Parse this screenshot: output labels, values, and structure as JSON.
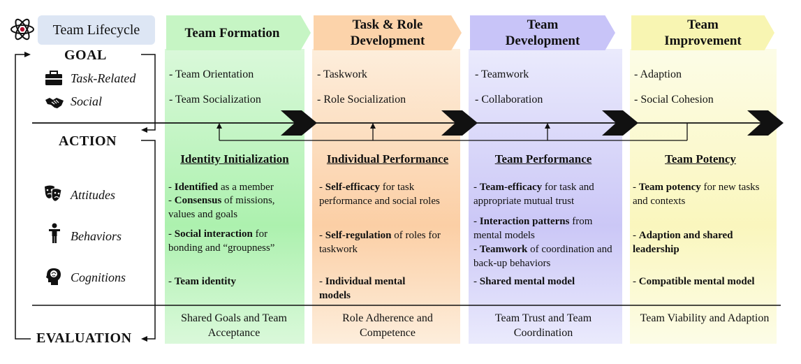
{
  "header": {
    "title": "Team Lifecycle",
    "phases": [
      "Team Formation",
      "Task & Role Development",
      "Team Development",
      "Team Improvement"
    ]
  },
  "rows": {
    "goal": "GOAL",
    "action": "ACTION",
    "evaluation": "EVALUATION"
  },
  "goal_categories": [
    {
      "label": "Task-Related",
      "icon": "briefcase-icon"
    },
    {
      "label": "Social",
      "icon": "handshake-icon"
    }
  ],
  "action_categories": [
    {
      "label": "Attitudes",
      "icon": "masks-icon"
    },
    {
      "label": "Behaviors",
      "icon": "person-icon"
    },
    {
      "label": "Cognitions",
      "icon": "brain-head-icon"
    }
  ],
  "columns": [
    {
      "goals": [
        "- Team Orientation",
        "- Team Socialization"
      ],
      "action_title": "Identity Initialization",
      "attitudes": [
        {
          "bold": "Identified",
          "rest": " as a member"
        },
        {
          "bold": "Consensus",
          "rest": " of missions, values and goals"
        }
      ],
      "behaviors": [
        {
          "bold": "Social interaction",
          "rest": " for bonding and “groupness”"
        }
      ],
      "cognitions": [
        {
          "bold": "Team identity",
          "rest": ""
        }
      ],
      "evaluation": "Shared Goals and Team Acceptance"
    },
    {
      "goals": [
        "- Taskwork",
        "- Role Socialization"
      ],
      "action_title": "Individual Performance",
      "attitudes": [
        {
          "bold": "Self-efficacy",
          "rest": " for task performance and social roles"
        }
      ],
      "behaviors": [
        {
          "bold": "Self-regulation",
          "rest": " of roles for taskwork"
        }
      ],
      "cognitions": [
        {
          "bold": "Individual mental models",
          "rest": ""
        }
      ],
      "evaluation": "Role Adherence and Competence"
    },
    {
      "goals": [
        "- Teamwork",
        "- Collaboration"
      ],
      "action_title": "Team Performance",
      "attitudes": [
        {
          "bold": "Team-efficacy",
          "rest": " for task and appropriate mutual trust"
        }
      ],
      "behaviors": [
        {
          "bold": "Interaction patterns",
          "rest": " from mental models"
        },
        {
          "bold": "Teamwork",
          "rest": " of coordination and back-up behaviors"
        }
      ],
      "cognitions": [
        {
          "bold": "Shared mental model",
          "rest": ""
        }
      ],
      "evaluation": "Team Trust and Team Coordination"
    },
    {
      "goals": [
        "- Adaption",
        "- Social Cohesion"
      ],
      "action_title": "Team Potency",
      "attitudes": [
        {
          "bold": "Team potency",
          "rest": " for new tasks and contexts"
        }
      ],
      "behaviors": [
        {
          "bold": "Adaption and shared leadership",
          "rest": ""
        }
      ],
      "cognitions": [
        {
          "bold": "Compatible mental model",
          "rest": ""
        }
      ],
      "evaluation": "Team Viability and Adaption"
    }
  ],
  "colors": {
    "formation": "#c6f5c4",
    "task_role": "#fcd3aa",
    "development": "#c8c4f8",
    "improvement": "#f8f5b2",
    "title_box": "#dde6f4"
  }
}
